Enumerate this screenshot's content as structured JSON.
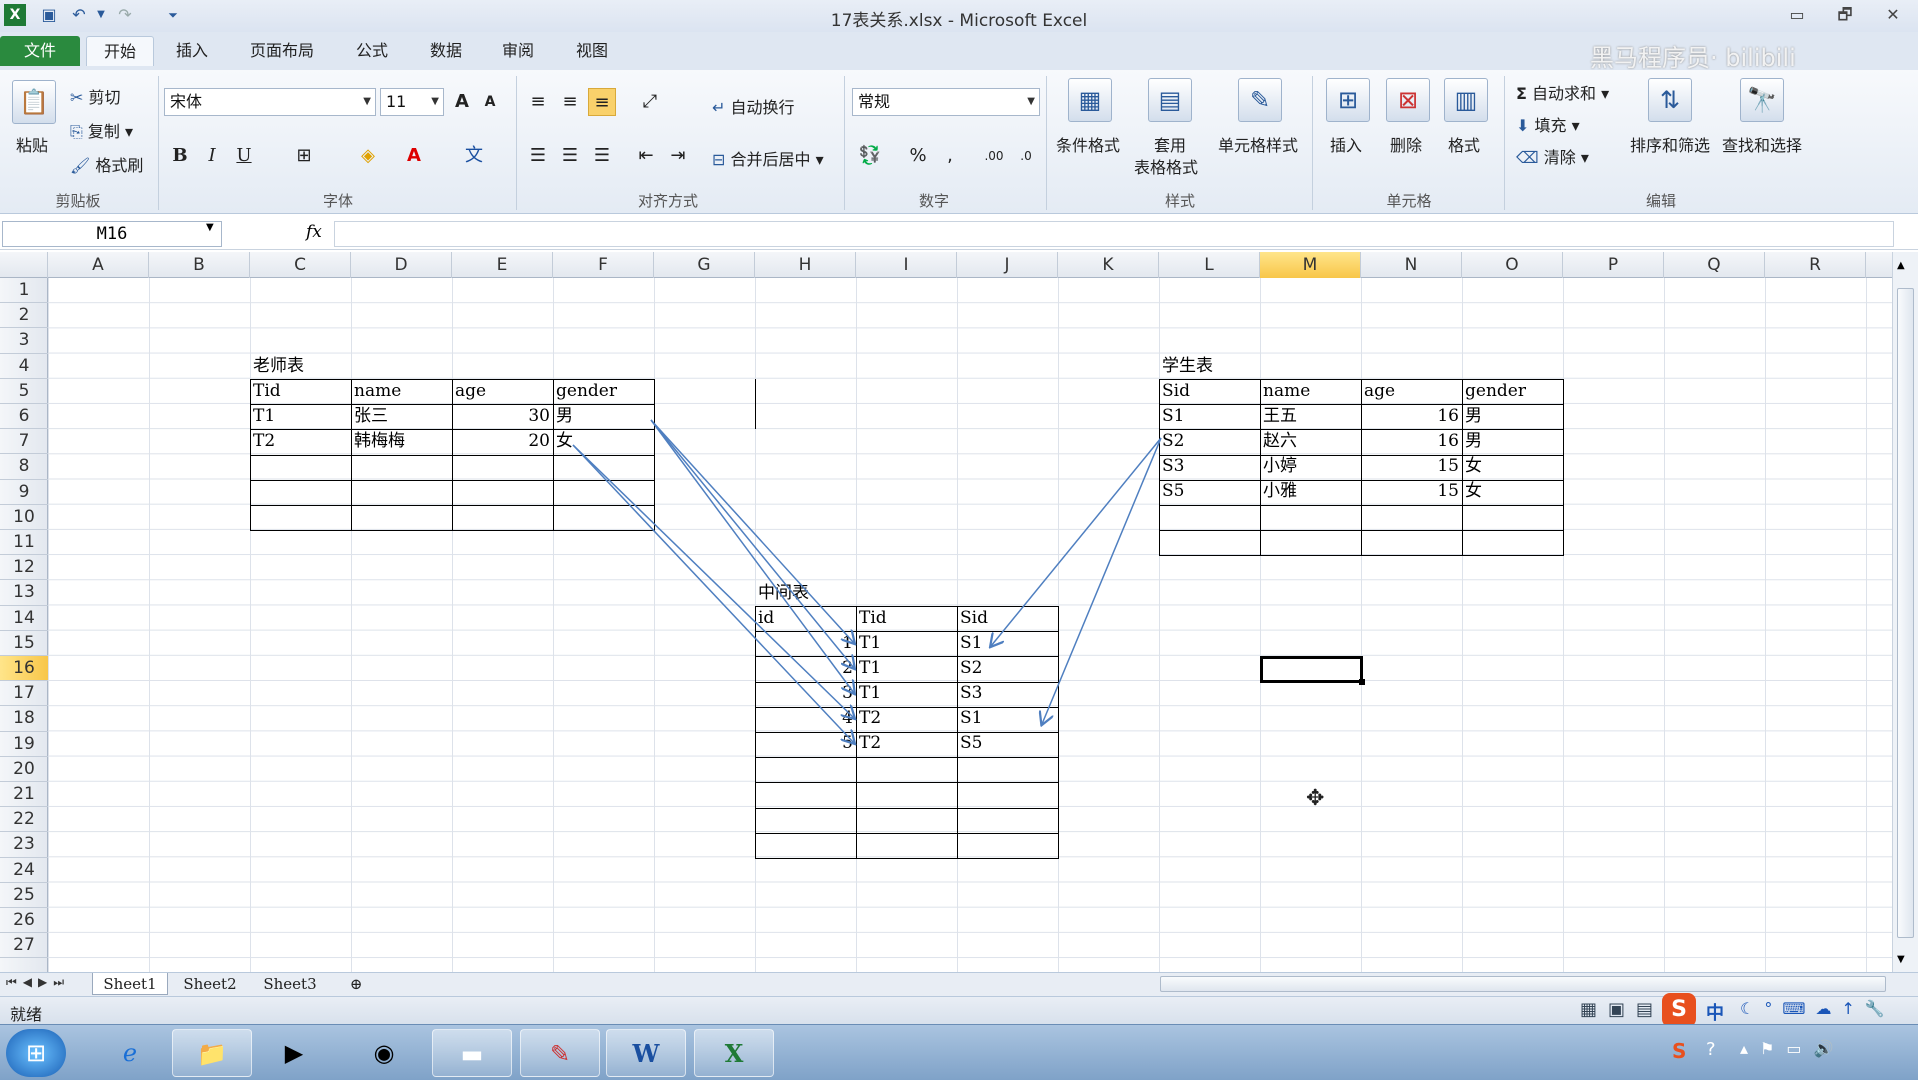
{
  "window": {
    "title": "17表关系.xlsx - Microsoft Excel",
    "min": "▭",
    "restore": "🗗",
    "close": "✕"
  },
  "watermark": "黑马程序员·  bilibili",
  "tabs": [
    "文件",
    "开始",
    "插入",
    "页面布局",
    "公式",
    "数据",
    "审阅",
    "视图"
  ],
  "ribbon": {
    "clipboard": {
      "paste": "粘贴",
      "cut": "剪切",
      "copy": "复制",
      "format_painter": "格式刷",
      "label": "剪贴板"
    },
    "font": {
      "name": "宋体",
      "size": "11",
      "label": "字体",
      "bold": "B",
      "italic": "I",
      "underline": "U",
      "grow": "A",
      "shrink": "A"
    },
    "alignment": {
      "wrap": "自动换行",
      "merge": "合并后居中",
      "label": "对齐方式"
    },
    "number": {
      "format": "常规",
      "percent": "%",
      "comma": ",",
      "inc": ".00",
      "dec": ".0",
      "label": "数字"
    },
    "styles": {
      "cond": "条件格式",
      "table1": "套用",
      "table2": "表格格式",
      "cell": "单元格样式",
      "label": "样式"
    },
    "cells": {
      "insert": "插入",
      "delete": "删除",
      "format": "格式",
      "label": "单元格"
    },
    "editing": {
      "autosum": "自动求和",
      "fill": "填充",
      "clear": "清除",
      "sort": "排序和筛选",
      "find": "查找和选择",
      "label": "编辑"
    }
  },
  "namebox": "M16",
  "fx": "fx",
  "columns": [
    "A",
    "B",
    "C",
    "D",
    "E",
    "F",
    "G",
    "H",
    "I",
    "J",
    "K",
    "L",
    "M",
    "N",
    "O",
    "P",
    "Q",
    "R"
  ],
  "selected_column": "M",
  "rows": [
    "1",
    "2",
    "3",
    "4",
    "5",
    "6",
    "7",
    "8",
    "9",
    "10",
    "11",
    "12",
    "13",
    "14",
    "15",
    "16",
    "17",
    "18",
    "19",
    "20",
    "21",
    "22",
    "23",
    "24",
    "25",
    "26",
    "27"
  ],
  "selected_row": "16",
  "teacher": {
    "title": "老师表",
    "headers": [
      "Tid",
      "name",
      "age",
      "gender"
    ],
    "rows": [
      [
        "T1",
        "张三",
        "30",
        "男"
      ],
      [
        "T2",
        "韩梅梅",
        "20",
        "女"
      ]
    ]
  },
  "student": {
    "title": "学生表",
    "headers": [
      "Sid",
      "name",
      "age",
      "gender"
    ],
    "rows": [
      [
        "S1",
        "王五",
        "16",
        "男"
      ],
      [
        "S2",
        "赵六",
        "16",
        "男"
      ],
      [
        "S3",
        "小婷",
        "15",
        "女"
      ],
      [
        "S5",
        "小雅",
        "15",
        "女"
      ]
    ]
  },
  "middle": {
    "title": "中间表",
    "headers": [
      "id",
      "Tid",
      "Sid"
    ],
    "rows": [
      [
        "1",
        "T1",
        "S1"
      ],
      [
        "2",
        "T1",
        "S2"
      ],
      [
        "3",
        "T1",
        "S3"
      ],
      [
        "4",
        "T2",
        "S1"
      ],
      [
        "5",
        "T2",
        "S5"
      ]
    ]
  },
  "sheets": [
    "Sheet1",
    "Sheet2",
    "Sheet3"
  ],
  "status": "就绪",
  "ime": {
    "s": "S",
    "zh": "中"
  }
}
